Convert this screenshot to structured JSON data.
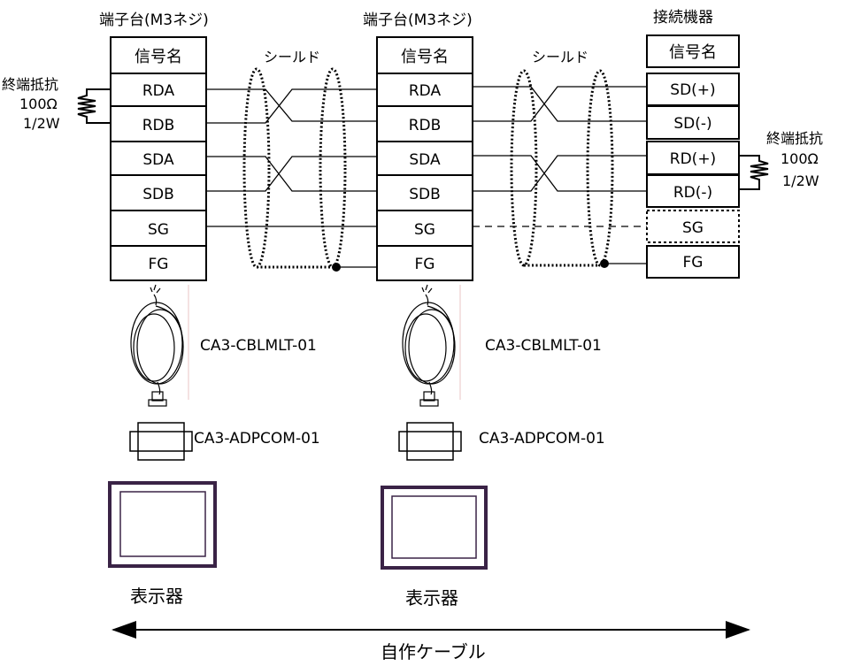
{
  "terminal_title": "端子台(M3ネジ)",
  "device_title": "接続機器",
  "column_header": "信号名",
  "shield_label": "シールド",
  "left_signals": [
    "RDA",
    "RDB",
    "SDA",
    "SDB",
    "SG",
    "FG"
  ],
  "right_signals": [
    "SD(+)",
    "SD(-)",
    "RD(+)",
    "RD(-)",
    "SG",
    "FG"
  ],
  "resistor": {
    "title": "終端抵抗",
    "value": "100Ω",
    "power": "1/2W"
  },
  "cable_label": "CA3-CBLMLT-01",
  "adapter_label": "CA3-ADPCOM-01",
  "display_label": "表示器",
  "bottom_label": "自作ケーブル",
  "colors": {
    "display_frame": "#3a2346",
    "line": "#000000"
  }
}
